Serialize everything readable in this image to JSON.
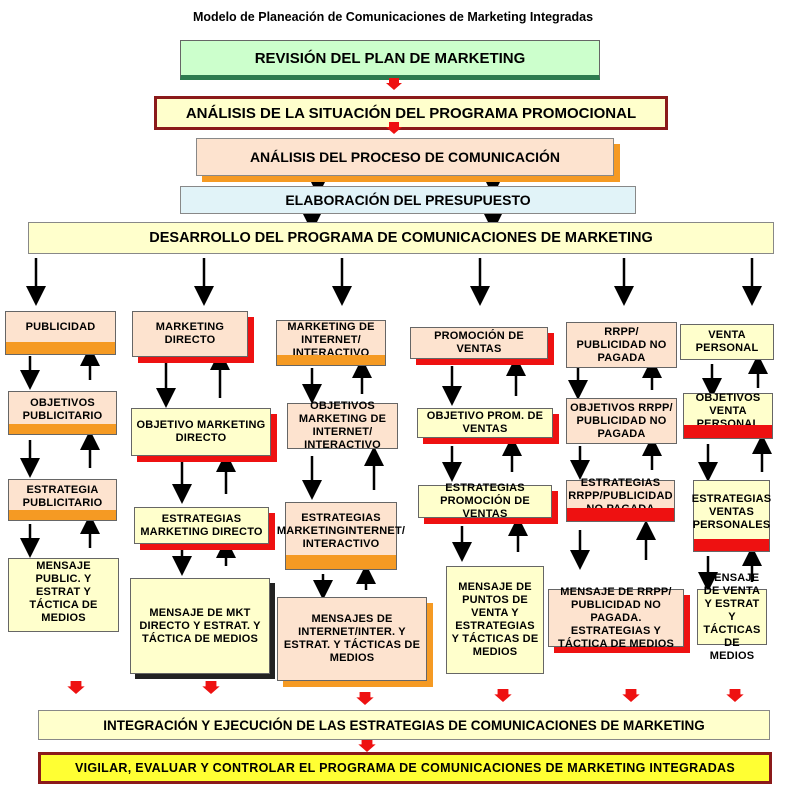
{
  "title": "Modelo de Planeación de Comunicaciones de Marketing Integradas",
  "steps": {
    "revision": "REVISIÓN DEL PLAN DE MARKETING",
    "analisis_situacion": "ANÁLISIS DE LA SITUACIÓN DEL PROGRAMA PROMOCIONAL",
    "analisis_proceso": "ANÁLISIS DEL PROCESO DE COMUNICACIÓN",
    "presupuesto": "ELABORACIÓN DEL PRESUPUESTO",
    "desarrollo": "DESARROLLO DEL PROGRAMA DE COMUNICACIONES DE MARKETING",
    "integracion": "INTEGRACIÓN Y EJECUCIÓN DE LAS ESTRATEGIAS DE COMUNICACIONES DE MARKETING",
    "vigilar": "VIGILAR, EVALUAR Y CONTROLAR EL PROGRAMA DE COMUNICACIONES DE MARKETING INTEGRADAS"
  },
  "columns": [
    {
      "header": "PUBLICIDAD",
      "objective": "OBJETIVOS PUBLICITARIO",
      "strategy": "ESTRATEGIA PUBLICITARIO",
      "message": "MENSAJE PUBLIC. Y ESTRAT Y TÁCTICA DE MEDIOS"
    },
    {
      "header": "MARKETING DIRECTO",
      "objective": "OBJETIVO MARKETING DIRECTO",
      "strategy": "ESTRATEGIAS MARKETING DIRECTO",
      "message": "MENSAJE DE MKT DIRECTO Y ESTRAT. Y TÁCTICA DE MEDIOS"
    },
    {
      "header": "MARKETING DE INTERNET/ INTERACTIVO",
      "objective": "OBJETIVOS MARKETING DE INTERNET/ INTERACTIVO",
      "strategy": "ESTRATEGIAS MARKETINGINTERNET/ INTERACTIVO",
      "message": "MENSAJES DE INTERNET/INTER. Y ESTRAT. Y TÁCTICAS DE MEDIOS"
    },
    {
      "header": "PROMOCIÓN DE VENTAS",
      "objective": "OBJETIVO PROM. DE VENTAS",
      "strategy": "ESTRATEGIAS PROMOCIÓN DE VENTAS",
      "message": "MENSAJE DE PUNTOS DE VENTA Y ESTRATEGIAS Y TÁCTICAS DE MEDIOS"
    },
    {
      "header": "RRPP/ PUBLICIDAD NO PAGADA",
      "objective": "OBJETIVOS RRPP/ PUBLICIDAD NO PAGADA",
      "strategy": "ESTRATEGIAS RRPP/PUBLICIDAD NO PAGADA",
      "message": "MENSAJE DE RRPP/ PUBLICIDAD NO PAGADA. ESTRATEGIAS Y TÁCTICA DE MEDIOS"
    },
    {
      "header": "VENTA PERSONAL",
      "objective": "OBJETIVOS VENTA PERSONAL",
      "strategy": "ESTRATEGIAS VENTAS PERSONALES",
      "message": "MENSAJE DE VENTA Y ESTRAT Y TÁCTICAS DE MEDIOS"
    }
  ],
  "colors": {
    "green": "#ccffcc",
    "cream": "#ffffcc",
    "peach": "#fde3cf",
    "lightblue": "#e1f3f8",
    "red": "#ee1111",
    "orange": "#f59a23",
    "dark_border": "#8b1a1a"
  }
}
